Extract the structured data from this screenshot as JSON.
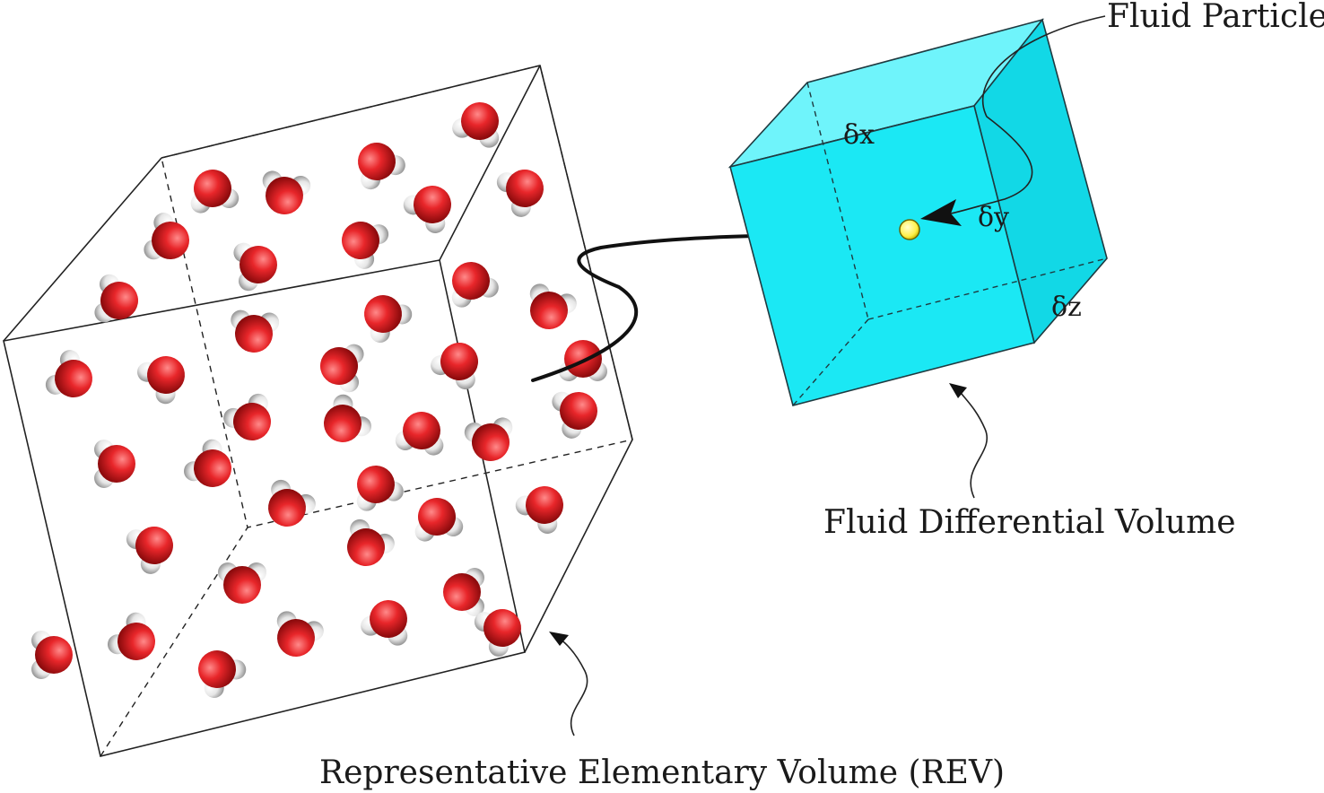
{
  "labels": {
    "rev": "Representative Elementary Volume (REV)",
    "fluid_volume": "Fluid Differential Volume",
    "fluid_particle": "Fluid Particle",
    "dx": "δx",
    "dy": "δy",
    "dz": "δz"
  },
  "colors": {
    "oxygen": "#e8262a",
    "hydrogen": "#f2f2f2",
    "cube_fill": "#1be8f4",
    "particle": "#fff04a"
  },
  "molecule_count": 40
}
